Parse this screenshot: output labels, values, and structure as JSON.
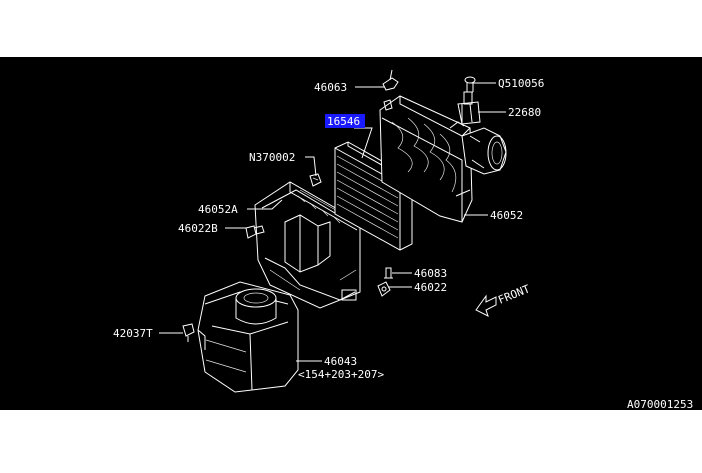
{
  "colors": {
    "page_background": "#ffffff",
    "diagram_background": "#000000",
    "line_art": "#ffffff",
    "highlight": "#1a1aff"
  },
  "callouts": {
    "c46063": "46063",
    "cQ510056": "Q510056",
    "c22680": "22680",
    "c16546": "16546",
    "cN370002": "N370002",
    "c46052A": "46052A",
    "c46022B": "46022B",
    "c46052": "46052",
    "c46083": "46083",
    "c46022": "46022",
    "c42037T": "42037T",
    "c46043": "46043",
    "c46043_sub": "<154+203+207>"
  },
  "direction_label": "FRONT",
  "figure_id": "A070001253"
}
